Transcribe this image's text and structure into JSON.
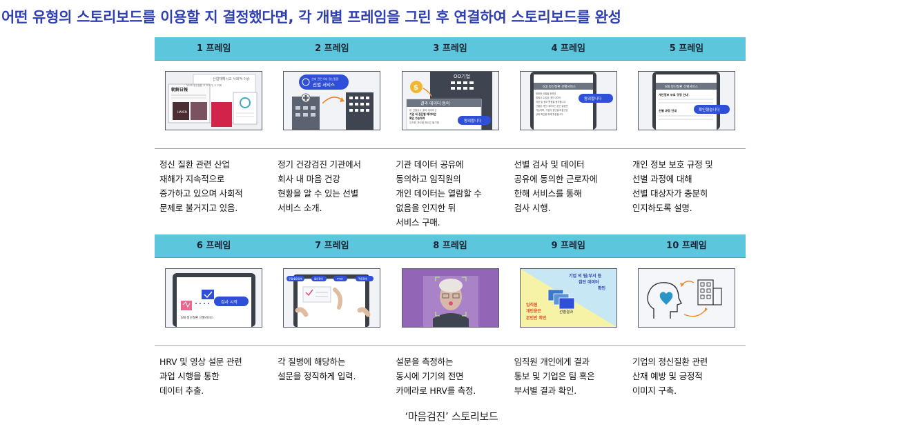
{
  "heading": "어떤 유형의 스토리보드를 이용할 지 결정했다면, 각 개별 프레임을 그린 후 연결하여 스토리보드를 완성",
  "frames": [
    {
      "label": "1 프레임",
      "text": "정신 질환 관련 산업\n재해가 지속적으로\n증가하고 있으며 사회적\n문제로 불거지고 있음.",
      "thumb": {
        "title": "산업재해시고 사회적 이슈",
        "sub": "2020 정신질환 고 꼬아 우 수 피해",
        "tag": "HAVEN"
      }
    },
    {
      "label": "2 프레임",
      "text": "정기 건강검진 기관에서\n회사 내 마음 건강\n현황을 알 수 있는 선별\n서비스 소개.",
      "thumb": {
        "pill_small": "선대 관련 6대 정신질환",
        "pill": "선별 서비스"
      }
    },
    {
      "label": "3 프레임",
      "text": "기관 데이터 공유에\n동의하고 임직원의\n개인 데이터는 열람할 수\n없음을 인지한 뒤\n서비스 구매.",
      "thumb": {
        "company": "OO기업",
        "title": "결과 데이터 동의",
        "line1": "본 선별검사 결과 데이터는",
        "line2": "기업 내 집단별 데이터만",
        "line3": "확인 가능하며",
        "line4": "임직원 개인별 확인은 불가함",
        "button": "동의합니다"
      }
    },
    {
      "label": "4 프레임",
      "text": "선별 검사 및 데이터\n공유에 동의한 근로자에\n한해 서비스를 통해\n검사 시행.",
      "thumb": {
        "title": "6대 정신질환 선별서비스",
        "line1": "정확한 선별을 위하여",
        "line2": "앱에서 수집된 개인 데이터",
        "line3": "저장 및 정보 활용을 동의합니다",
        "line4": "선별된 개인 데이터는 본인 열람만",
        "line5": "가능하며, 기업의 집단별 마음건강",
        "line6": "상태 확인을 위해 활용됩니다.",
        "button": "동의합니다"
      }
    },
    {
      "label": "5 프레임",
      "text": "개인 정보 보호 규정 및\n선별 과정에 대해\n선별 대상자가 충분히\n인지하도록 설명.",
      "thumb": {
        "title": "6대 정신질환 선별서비스",
        "line1": "개인정보 보호 규정 안내",
        "line2": "선별 과정 안내",
        "button": "확인했습니다"
      }
    },
    {
      "label": "6 프레임",
      "text": "HRV 및 영상 설문 관련\n과업 시행을 통한\n데이터 추출.",
      "thumb": {
        "button": "검사 시작",
        "footer": "6대 정신질환 선별서비스"
      }
    },
    {
      "label": "7 프레임",
      "text": "각 질병에 해당하는\n설문을 정직하게 입력.",
      "thumb": {
        "steps": [
          "우울/불안장애",
          "불안장애",
          "PTSD",
          "적응장애"
        ]
      }
    },
    {
      "label": "8 프레임",
      "text": "설문을 측정하는\n동시에 기기의 전면\n카메라로 HRV를 측정.",
      "thumb": {}
    },
    {
      "label": "9 프레임",
      "text": "임직원 개인에게 결과\n통보 및 기업은 팀 혹은\n부서별 결과 확인.",
      "thumb": {
        "top1": "기업 의 팀/부서 등",
        "top2": "집단 데이터",
        "top3": "확인",
        "bottom1": "임직원",
        "bottom2": "개인용은",
        "bottom3": "본인만 확인",
        "result": "선별결과"
      }
    },
    {
      "label": "10 프레임",
      "text": "기업의 정신질환 관련\n산재 예방 및 긍정적\n이미지 구축.",
      "thumb": {}
    }
  ],
  "caption": "‘마음검진’ 스토리보드",
  "colors": {
    "band": "#5bc6dc",
    "heading": "#2f3fb0",
    "pill": "#2f4fd8",
    "phone": "#3a3f48"
  }
}
